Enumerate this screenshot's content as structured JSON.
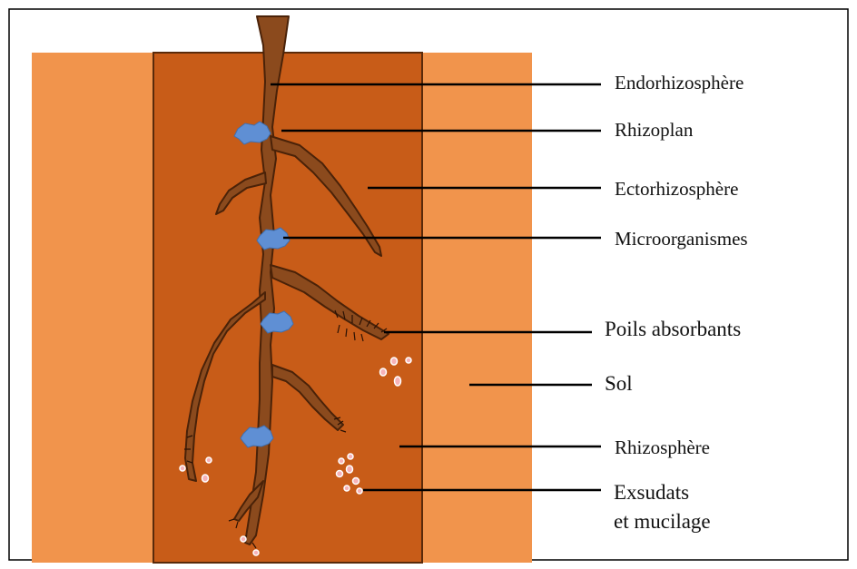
{
  "labels": {
    "endorhizosphere": "Endorhizosphère",
    "rhizoplan": "Rhizoplan",
    "ectorhizosphere": "Ectorhizosphère",
    "microorganismes": "Microorganismes",
    "poils_absorbants": "Poils absorbants",
    "sol": "Sol",
    "rhizosphere": "Rhizosphère",
    "exsudats_line1": "Exsudats",
    "exsudats_line2": "et mucilage"
  },
  "colors": {
    "soil": "#f1944c",
    "rhizosphere_zone": "#c85c18",
    "root": "#8b4a1d",
    "root_outline": "#4a2208",
    "microorganism": "#5f8fd4",
    "exudate": "#f6b3b8",
    "leader_line": "#000000"
  }
}
